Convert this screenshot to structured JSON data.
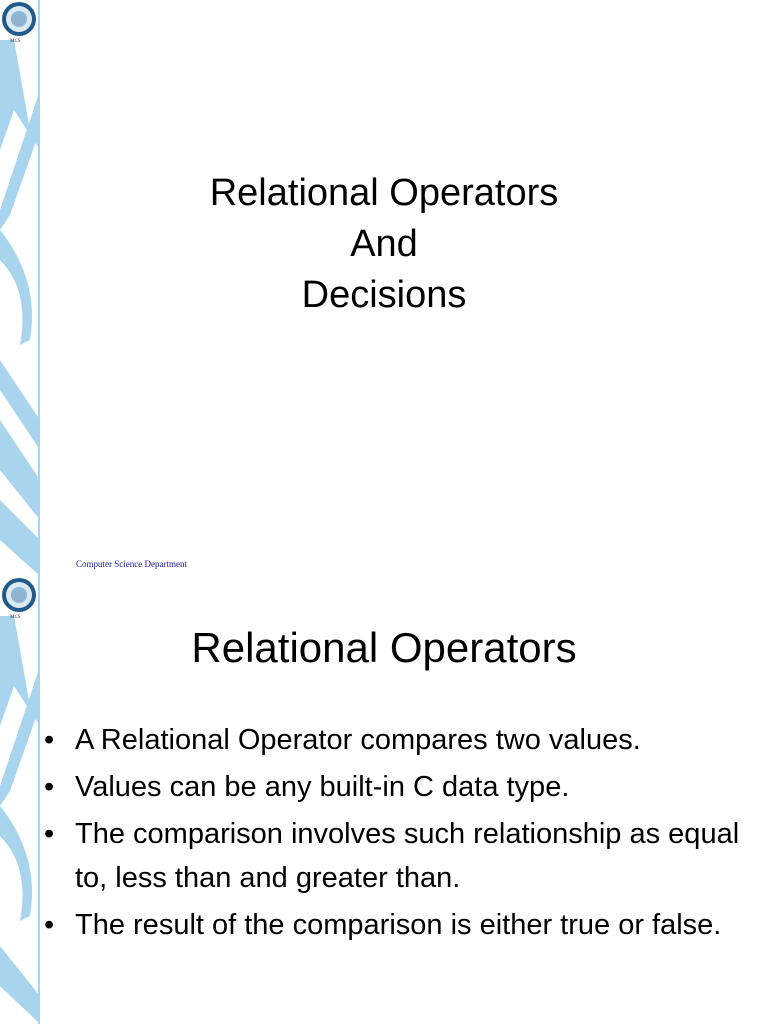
{
  "slides": [
    {
      "logo_text": "MCS",
      "title_lines": [
        "Relational Operators",
        "And",
        "Decisions"
      ],
      "footer": "Computer Science Department"
    },
    {
      "logo_text": "MCS",
      "title": "Relational Operators",
      "bullet_glyph": "•",
      "bullets": [
        "A Relational Operator compares two values.",
        "Values can be any built-in  C data type.",
        "The comparison involves such relationship as equal to, less than and greater than.",
        "The result of the comparison is either true or false."
      ]
    }
  ],
  "colors": {
    "decoration": "#a9d4ee",
    "logo": "#1f5a8a",
    "footer_text": "#1a1aa0"
  }
}
